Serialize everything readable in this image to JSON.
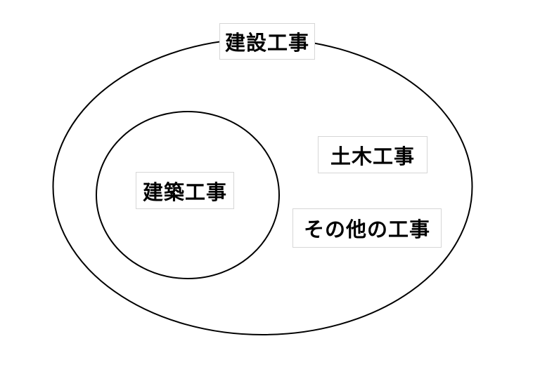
{
  "diagram": {
    "type": "euler-set-diagram",
    "background_color": "#ffffff",
    "outline_color": "#000000",
    "label_box_border_color": "#d6d6d6",
    "label_box_fill_color": "#ffffff",
    "sets": {
      "outer_ellipse_label": "建設工事",
      "inner_circle_label": "建築工事",
      "region_label_civil": "土木工事",
      "region_label_other": "その他の工事"
    },
    "relationships": [
      "建築工事 is a subset of 建設工事",
      "土木工事 is inside 建設工事 outside 建築工事",
      "その他の工事 is inside 建設工事 outside 建築工事"
    ]
  }
}
